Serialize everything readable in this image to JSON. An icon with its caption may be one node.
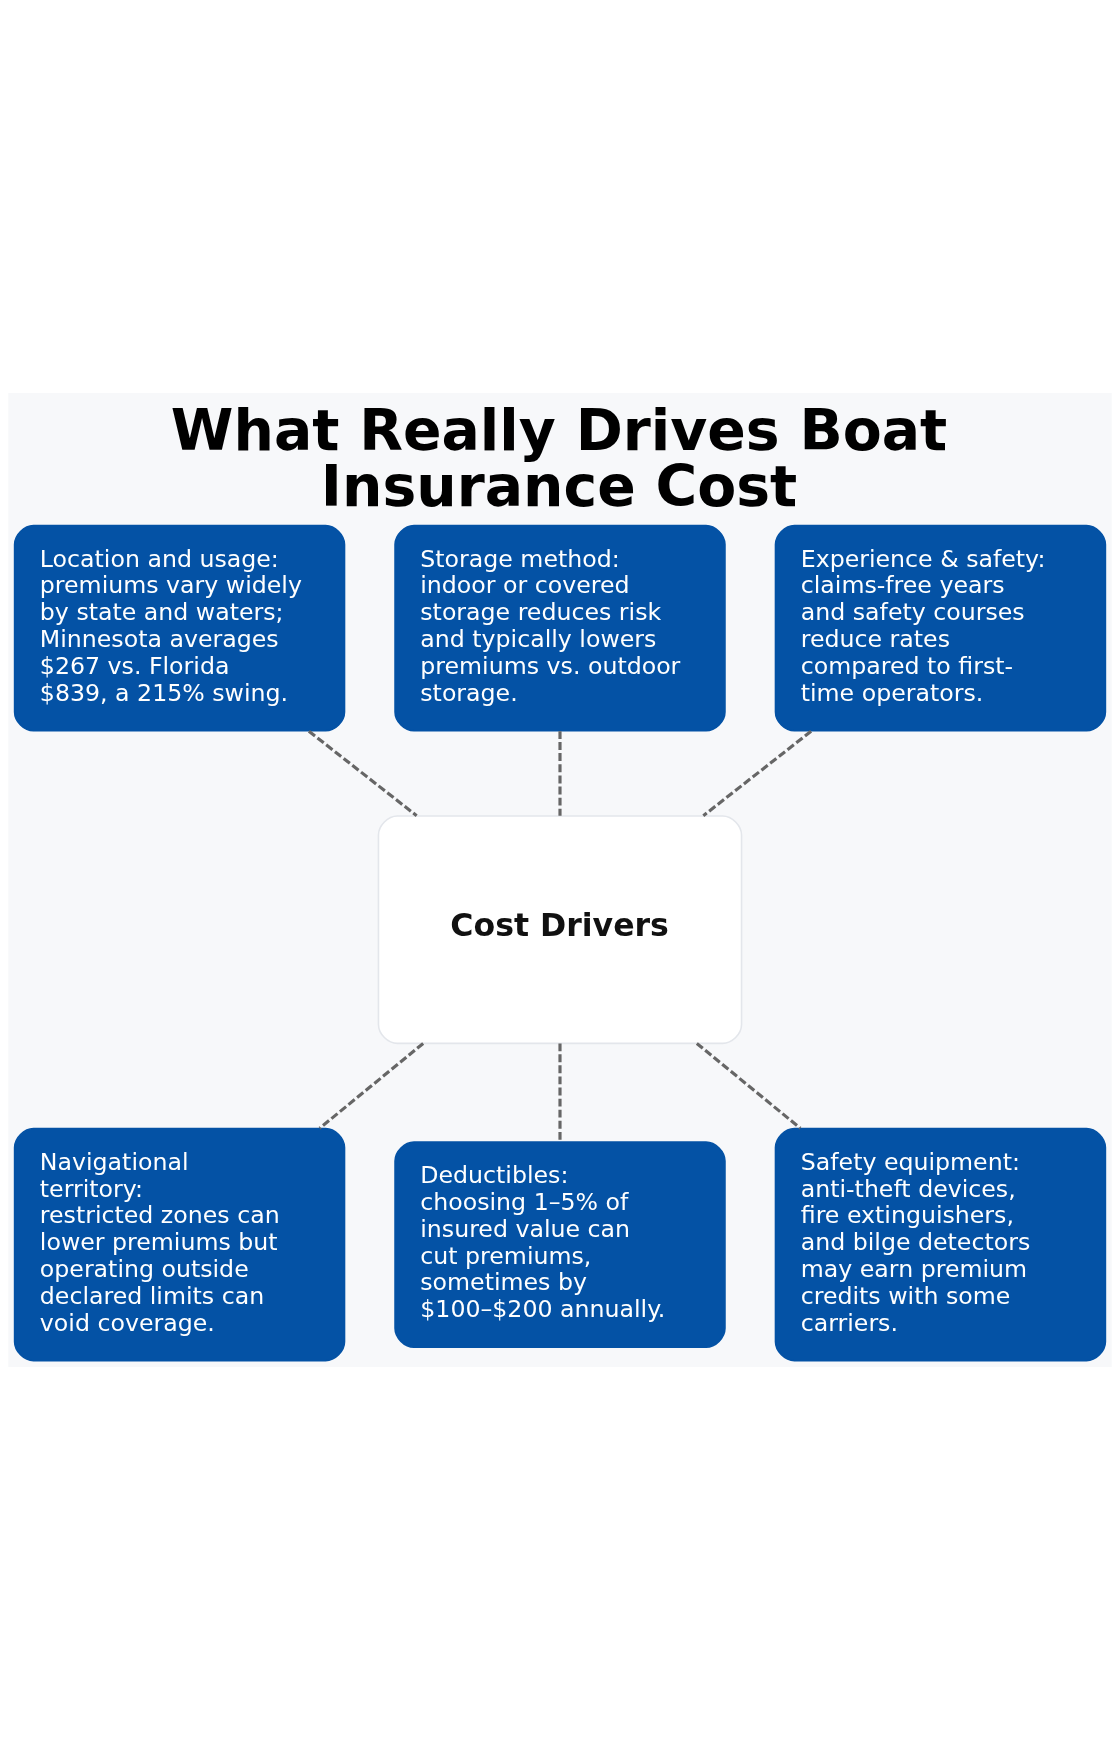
{
  "diagram": {
    "title": "What Really Drives Boat Insurance Cost",
    "nodes": [
      {
        "text": [
          "Location and usage: premiums vary widely by state and waters; Minnesota averages $267 vs. Florida $839, a 215% swing."
        ]
      },
      {
        "text": [
          "Storage method: indoor or covered storage reduces risk and typically lowers premiums vs. outdoor storage."
        ]
      },
      {
        "text": [
          "Experience & safety: claims-free years and safety courses reduce rates compared to first-time operators."
        ]
      },
      {
        "text": [
          "Cost Drivers"
        ]
      },
      {
        "text": [
          "Navigational territory: restricted zones can lower premiums but operating outside declared limits can void coverage."
        ]
      },
      {
        "text": [
          "Deductibles: choosing 1–5% of insured value can cut premiums, sometimes by $100–$200 annually."
        ]
      },
      {
        "text": [
          "Safety equipment: anti-theft devices, fire extinguishers, and bilge detectors may earn premium credits with some carriers."
        ]
      }
    ],
    "edges": [
      {
        "from": 0,
        "to": 3,
        "arrow": "none",
        "style": "dashed"
      },
      {
        "from": 1,
        "to": 3,
        "arrow": "none",
        "style": "dashed"
      },
      {
        "from": 2,
        "to": 3,
        "arrow": "none",
        "style": "dashed"
      },
      {
        "from": 3,
        "to": 4,
        "arrow": "none",
        "style": "dashed"
      },
      {
        "from": 3,
        "to": 5,
        "arrow": "none",
        "style": "dashed"
      },
      {
        "from": 3,
        "to": 6,
        "arrow": "none",
        "style": "dashed"
      }
    ]
  }
}
